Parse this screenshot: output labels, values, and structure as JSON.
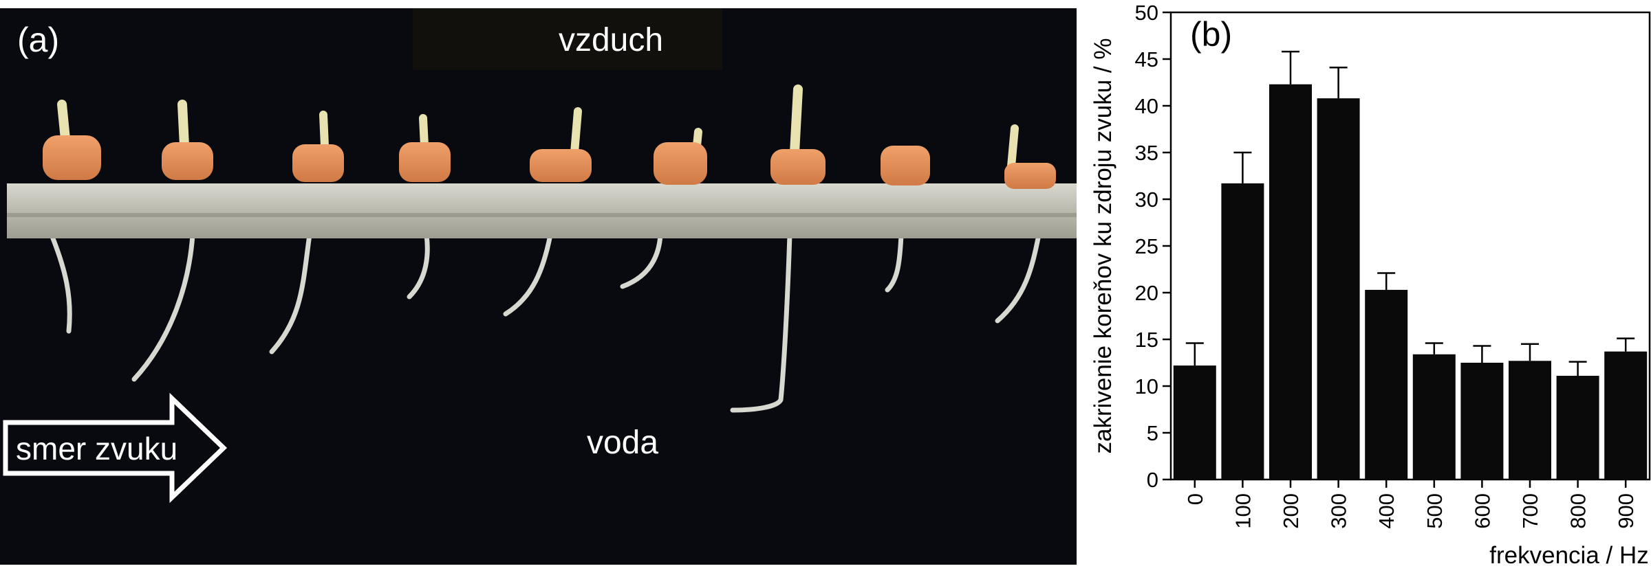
{
  "photo": {
    "panel_label": "(a)",
    "air_label": "vzduch",
    "water_label": "voda",
    "arrow_label": "smer zvuku"
  },
  "chart_data": {
    "type": "bar",
    "panel_label": "(b)",
    "categories": [
      "0",
      "100",
      "200",
      "300",
      "400",
      "500",
      "600",
      "700",
      "800",
      "900"
    ],
    "values": [
      12.2,
      31.7,
      42.3,
      40.8,
      20.3,
      13.4,
      12.5,
      12.7,
      11.1,
      13.7
    ],
    "error": [
      2.4,
      3.3,
      3.5,
      3.3,
      1.8,
      1.2,
      1.8,
      1.8,
      1.5,
      1.4
    ],
    "xlabel": "frekvencia / Hz",
    "ylabel": "zakrivenie koreňov ku zdroju zvuku / %",
    "ylim": [
      0,
      50
    ],
    "yticks": [
      0,
      5,
      10,
      15,
      20,
      25,
      30,
      35,
      40,
      45,
      50
    ],
    "grid": false,
    "bar_color": "#0a0a0a"
  }
}
